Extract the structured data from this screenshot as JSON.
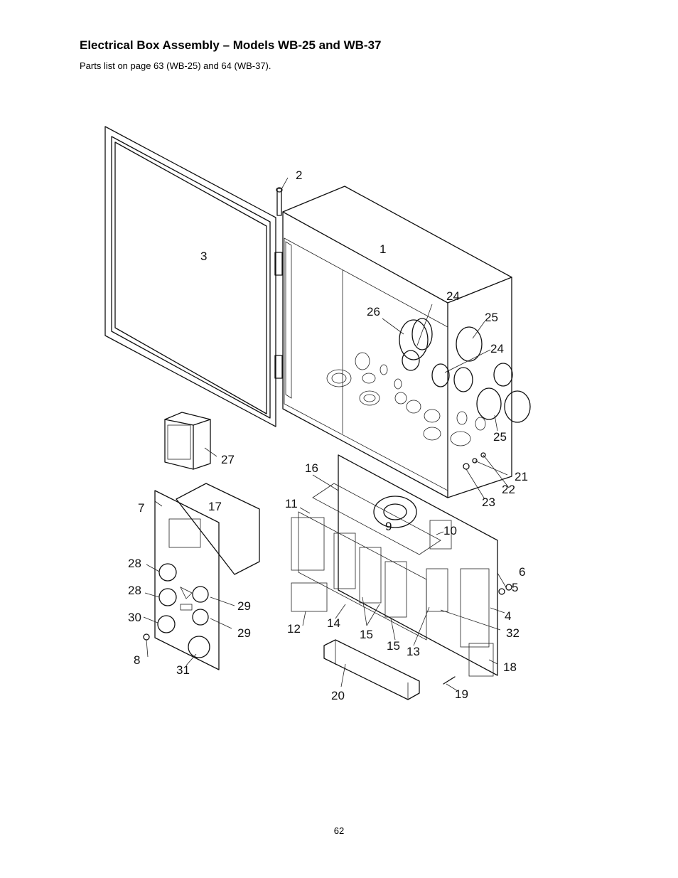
{
  "document": {
    "title": "Electrical Box Assembly – Models WB-25 and WB-37",
    "subtitle": "Parts list on page 63 (WB-25) and 64 (WB-37).",
    "page_number": "62"
  },
  "callouts": [
    "1",
    "2",
    "3",
    "4",
    "5",
    "6",
    "7",
    "8",
    "9",
    "10",
    "11",
    "12",
    "13",
    "14",
    "15",
    "15",
    "16",
    "17",
    "18",
    "19",
    "20",
    "21",
    "22",
    "23",
    "24",
    "24",
    "25",
    "25",
    "26",
    "27",
    "28",
    "28",
    "29",
    "29",
    "30",
    "31",
    "32"
  ]
}
